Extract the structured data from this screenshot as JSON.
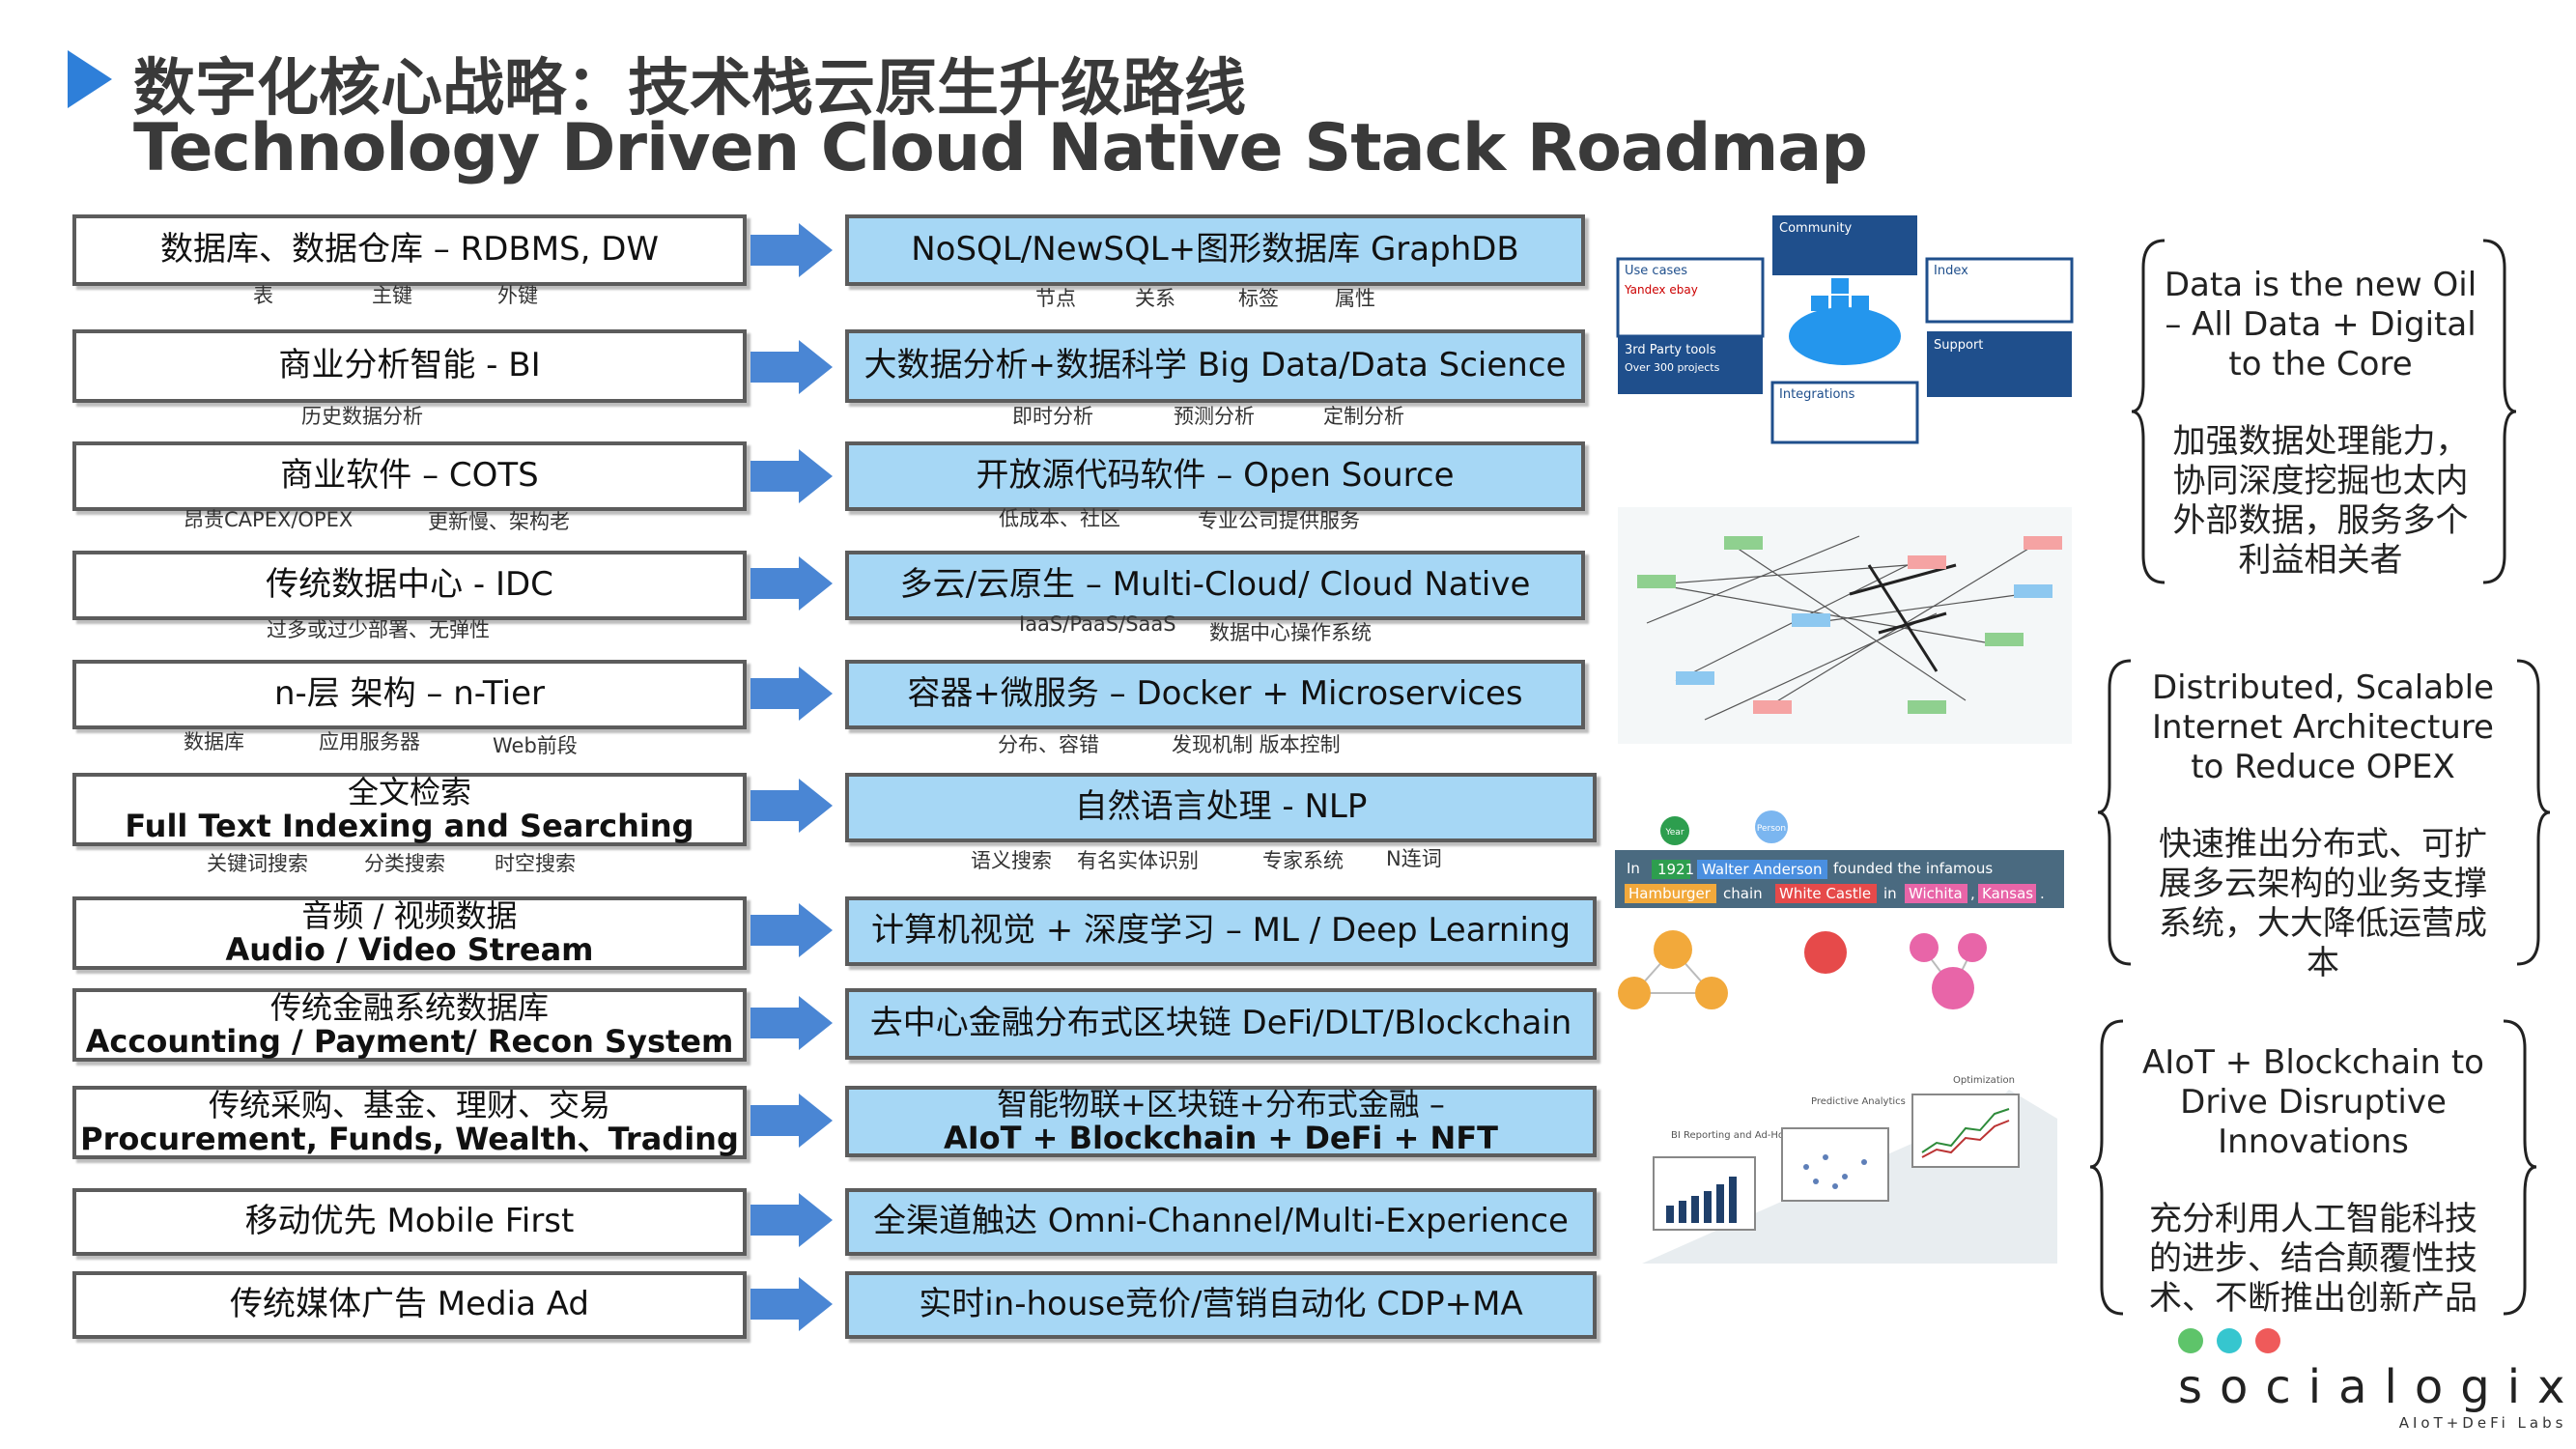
{
  "title": {
    "cn": "数字化核心战略：技术栈云原生升级路线",
    "en": "Technology Driven Cloud Native Stack Roadmap"
  },
  "rows": [
    {
      "left": "数据库、数据仓库 – RDBMS, DW",
      "right": "NoSQL/NewSQL+图形数据库 GraphDB",
      "left_sub": [
        "表",
        "主键",
        "外键"
      ],
      "right_sub": [
        "节点",
        "关系",
        "标签",
        "属性"
      ]
    },
    {
      "left": "商业分析智能 - BI",
      "right": "大数据分析+数据科学 Big Data/Data Science",
      "left_sub": [
        "历史数据分析"
      ],
      "right_sub": [
        "即时分析",
        "预测分析",
        "定制分析"
      ]
    },
    {
      "left": "商业软件 – COTS",
      "right": "开放源代码软件 – Open Source",
      "left_sub": [
        "昂贵CAPEX/OPEX",
        "更新慢、架构老"
      ],
      "right_sub": [
        "低成本、社区",
        "专业公司提供服务"
      ]
    },
    {
      "left": "传统数据中心 - IDC",
      "right": "多云/云原生 – Multi-Cloud/ Cloud Native",
      "left_sub": [
        "过多或过少部署、无弹性"
      ],
      "right_sub": [
        "IaaS/PaaS/SaaS",
        "数据中心操作系统"
      ]
    },
    {
      "left": "n-层 架构 – n-Tier",
      "right": "容器+微服务 – Docker + Microservices",
      "left_sub": [
        "数据库",
        "应用服务器",
        "Web前段"
      ],
      "right_sub": [
        "分布、容错",
        "发现机制 版本控制"
      ]
    },
    {
      "left_l1": "全文检索",
      "left_l2": "Full Text Indexing and Searching",
      "right": "自然语言处理 - NLP",
      "left_sub": [
        "关键词搜索",
        "分类搜索",
        "时空搜索"
      ],
      "right_sub": [
        "语义搜索",
        "有名实体识别",
        "专家系统",
        "N连词"
      ]
    },
    {
      "left_l1": "音频 / 视频数据",
      "left_l2": "Audio / Video Stream",
      "right": "计算机视觉 + 深度学习 – ML / Deep Learning"
    },
    {
      "left_l1": "传统金融系统数据库",
      "left_l2": "Accounting / Payment/ Recon System",
      "right": "去中心金融分布式区块链 DeFi/DLT/Blockchain"
    },
    {
      "left_l1": "传统采购、基金、理财、交易",
      "left_l2": "Procurement, Funds, Wealth、Trading",
      "right_l1": "智能物联+区块链+分布式金融 –",
      "right_l2": "AIoT + Blockchain + DeFi + NFT"
    },
    {
      "left": "移动优先 Mobile First",
      "right": "全渠道触达 Omni-Channel/Multi-Experience"
    },
    {
      "left": "传统媒体广告 Media Ad",
      "right": "实时in-house竞价/营销自动化 CDP+MA"
    }
  ],
  "docker_diagram": {
    "community": "Community",
    "use_cases": "Use cases",
    "index": "Index",
    "third_party": "3rd Party tools",
    "third_party_sub": "Over 300 projects",
    "support": "Support",
    "integrations": "Integrations"
  },
  "nlp_example": {
    "year_tag": "Year",
    "person_tag": "Person",
    "sentence": [
      "In",
      "1921",
      "Walter Anderson",
      "founded the infamous",
      "Hamburger",
      "chain",
      "White Castle",
      "in",
      "Wichita",
      ",",
      "Kansas",
      "."
    ]
  },
  "analytics_labels": {
    "left": "BI Reporting and Ad-Hoc Analysis",
    "mid": "Predictive Analytics",
    "right": "Optimization"
  },
  "side_notes": [
    {
      "en": "Data is the new Oil – All Data + Digital to the Core",
      "cn": "加强数据处理能力，协同深度挖掘也太内外部数据，服务多个利益相关者"
    },
    {
      "en": "Distributed, Scalable Internet Architecture to Reduce OPEX",
      "cn": "快速推出分布式、可扩展多云架构的业务支撑系统，大大降低运营成本"
    },
    {
      "en": "AIoT + Blockchain to Drive Disruptive Innovations",
      "cn": "充分利用人工智能科技的进步、结合颠覆性技术、不断推出创新产品"
    }
  ],
  "logo": {
    "name": "socialogix",
    "sub": "AIoT+DeFi Labs",
    "dot_colors": [
      "#5ec46a",
      "#36c6cf",
      "#ef5a5a"
    ]
  },
  "colors": {
    "accent": "#2e7fd9",
    "right_box": "#a6d7f5",
    "arrow": "#4a86d4"
  }
}
